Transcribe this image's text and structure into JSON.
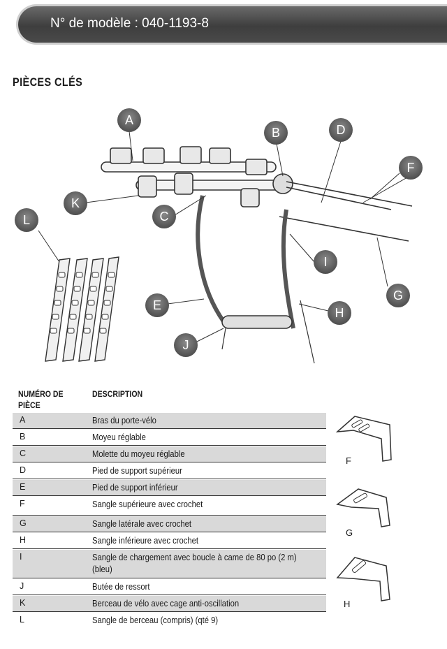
{
  "header": {
    "model_label": "N° de modèle : 040-1193-8"
  },
  "section_title": "PIÈCES CLÉS",
  "diagram": {
    "callouts": [
      "A",
      "B",
      "C",
      "D",
      "E",
      "F",
      "G",
      "H",
      "I",
      "J",
      "K",
      "L"
    ]
  },
  "table": {
    "col_part_line1": "NUMÉRO DE",
    "col_part_line2": "PIÈCE",
    "col_description": "DESCRIPTION",
    "rows": [
      {
        "part": "A",
        "description": "Bras du porte-vélo"
      },
      {
        "part": "B",
        "description": "Moyeu réglable"
      },
      {
        "part": "C",
        "description": "Molette du moyeu réglable"
      },
      {
        "part": "D",
        "description": "Pied de support supérieur"
      },
      {
        "part": "E",
        "description": "Pied de support inférieur"
      },
      {
        "part": "F",
        "description": "Sangle supérieure avec crochet"
      },
      {
        "part": "G",
        "description": "Sangle latérale avec crochet"
      },
      {
        "part": "H",
        "description": "Sangle inférieure avec crochet"
      },
      {
        "part": "I",
        "description": "Sangle de chargement avec boucle à came de 80 po (2 m)",
        "description2": "(bleu)"
      },
      {
        "part": "J",
        "description": "Butée de ressort"
      },
      {
        "part": "K",
        "description": "Berceau de vélo avec cage anti-oscillation"
      },
      {
        "part": "L",
        "description": "Sangle de berceau (compris) (qté 9)"
      }
    ]
  },
  "hooks": [
    {
      "label": "F"
    },
    {
      "label": "G"
    },
    {
      "label": "H"
    }
  ]
}
